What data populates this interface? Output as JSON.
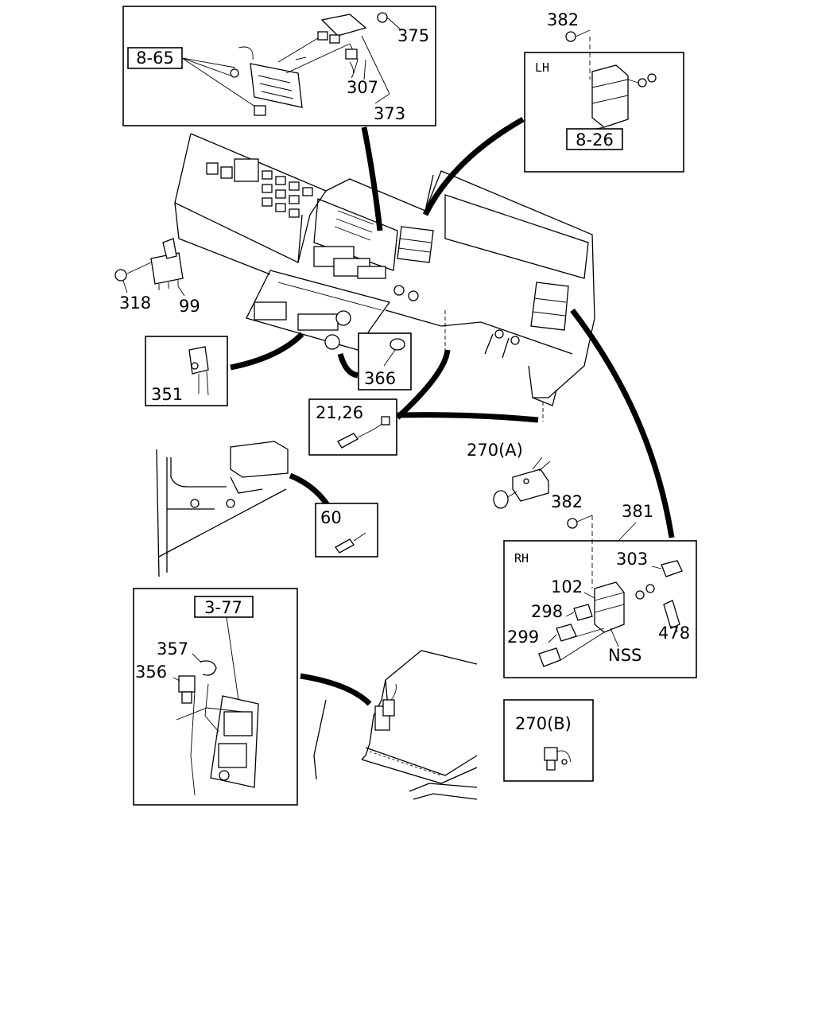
{
  "callouts": {
    "c375": "375",
    "c307": "307",
    "c373": "373",
    "c382_top": "382",
    "c318": "318",
    "c99": "99",
    "c351": "351",
    "c366": "366",
    "c21_26": "21,26",
    "c270a": "270(A)",
    "c382_mid": "382",
    "c381": "381",
    "c60": "60",
    "c303": "303",
    "c102": "102",
    "c298": "298",
    "c299": "299",
    "c478": "478",
    "c_nss": "NSS",
    "c357": "357",
    "c356": "356",
    "c270b": "270(B)"
  },
  "refs": {
    "r8_65": "8-65",
    "r8_26": "8-26",
    "r3_77": "3-77"
  },
  "tags": {
    "lh": "LH",
    "rh": "RH"
  }
}
